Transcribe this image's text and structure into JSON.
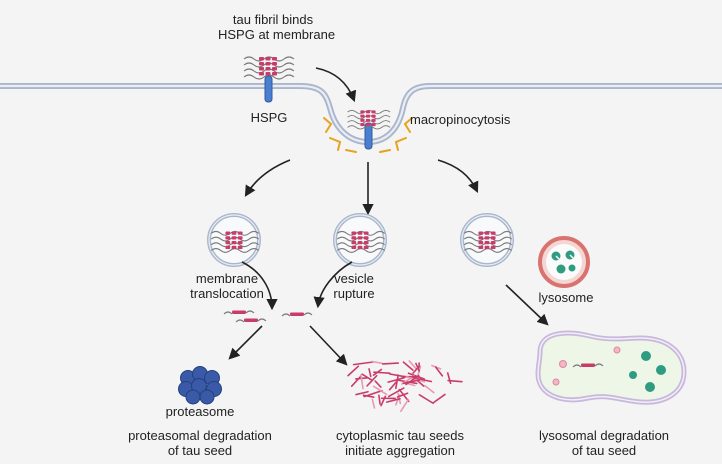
{
  "labels": {
    "top": [
      "tau fibril binds",
      "HSPG at membrane"
    ],
    "hspg": "HSPG",
    "macropinocytosis": "macropinocytosis",
    "membrane_translocation": [
      "membrane",
      "translocation"
    ],
    "vesicle_rupture": [
      "vesicle",
      "rupture"
    ],
    "lysosome": "lysosome",
    "proteasome": "proteasome",
    "outcome_proteasomal": [
      "proteasomal degradation",
      "of tau seed"
    ],
    "outcome_cytoplasmic": [
      "cytoplasmic tau seeds",
      "initiate aggregation"
    ],
    "outcome_lysosomal": [
      "lysosomal degradation",
      "of tau seed"
    ]
  },
  "colors": {
    "background": "#f4f4f5",
    "membrane": "#b7c2d6",
    "hspg": "#4a7fd0",
    "tau": "#c93c6a",
    "fibril_strand": "#7a7a7a",
    "cup_bracket": "#e8a21c",
    "proteasome": "#3a5aa8",
    "lysosome_ring": "#d9736f",
    "lysosome_cargo": "#2f9c82",
    "arrow": "#222222"
  },
  "icons": [
    "tau-fibril-icon",
    "hspg-receptor-icon",
    "vesicle-icon",
    "proteasome-icon",
    "lysosome-icon",
    "aggregate-icon",
    "autolysosome-icon"
  ]
}
